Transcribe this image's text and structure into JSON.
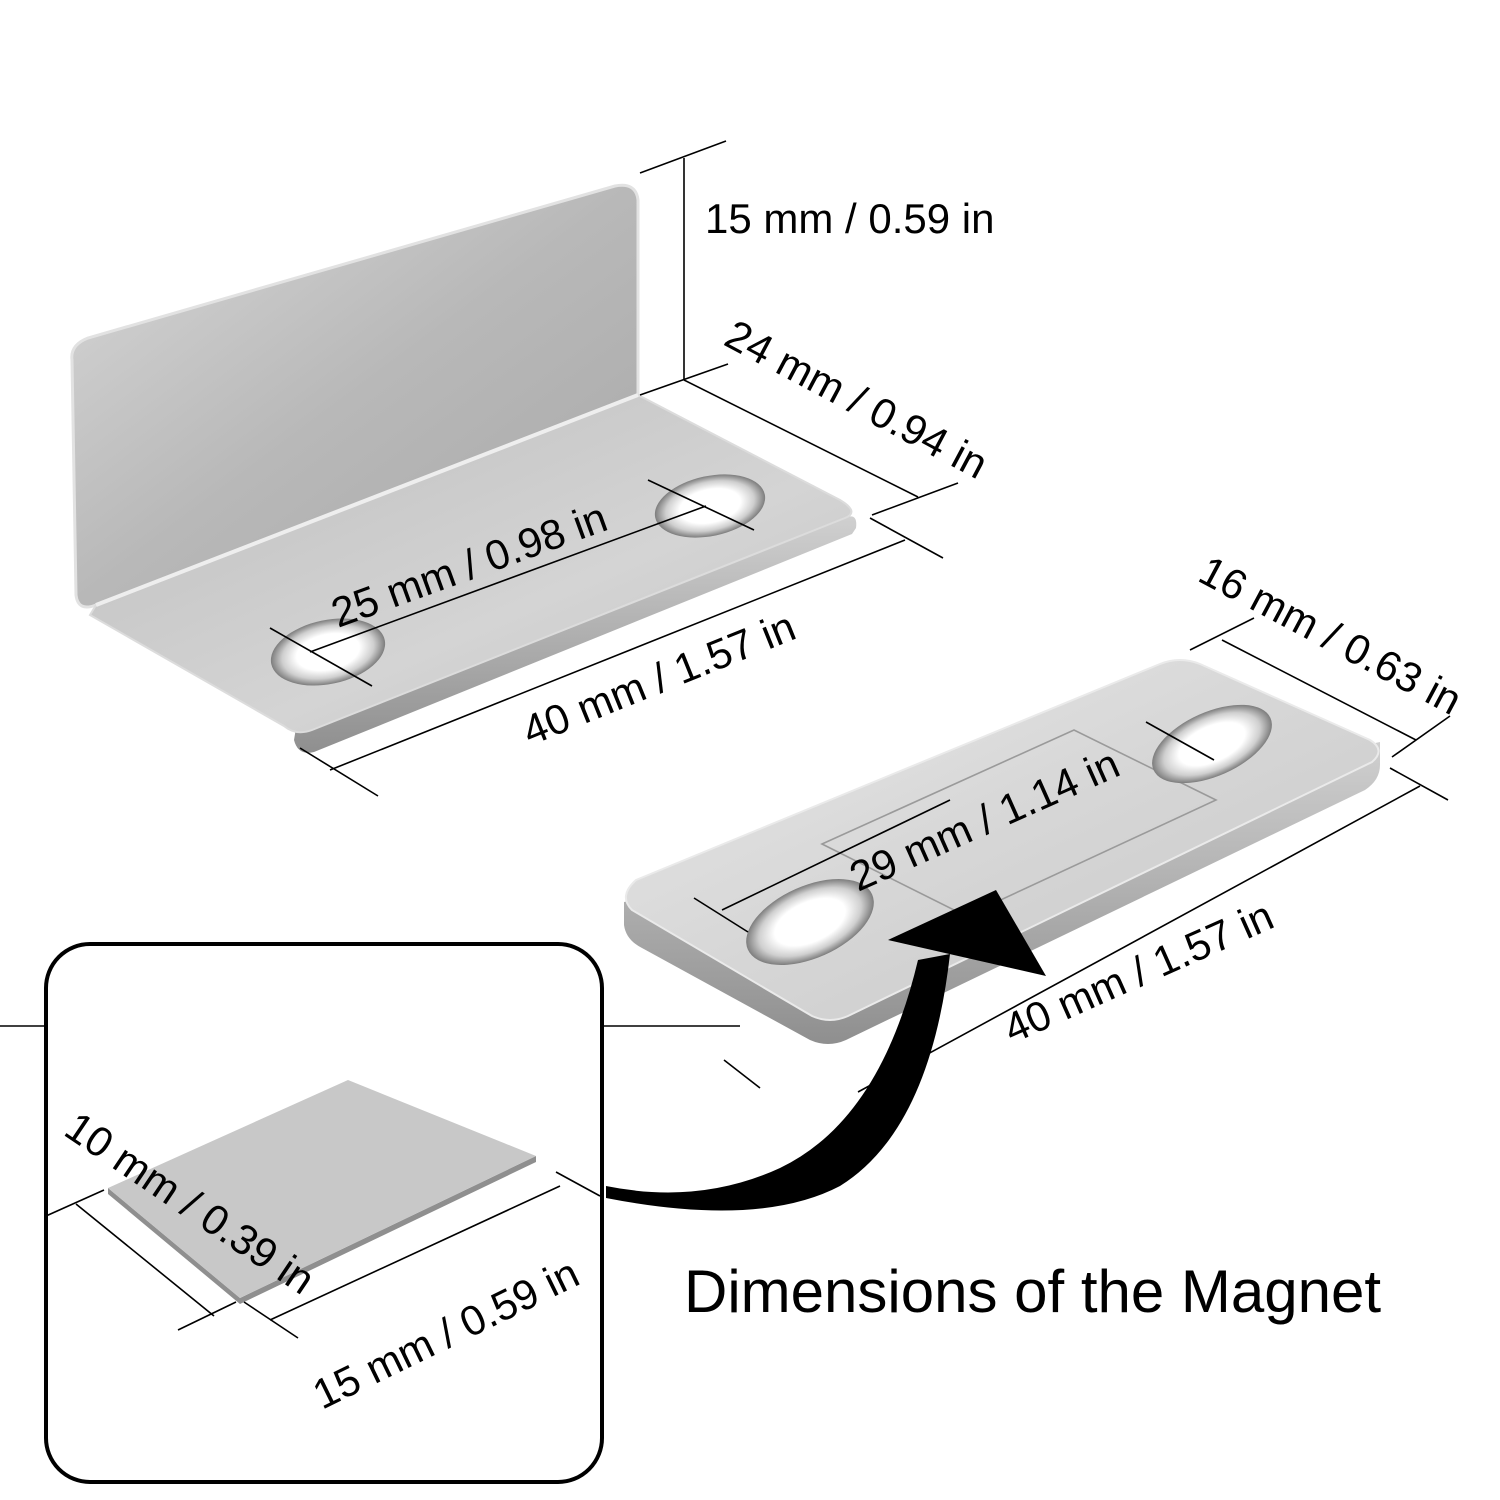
{
  "title": "Dimensions of the Magnet",
  "colors": {
    "background": "#ffffff",
    "metal_light": "#e6e6e6",
    "metal_mid": "#c4c4c4",
    "metal_dark": "#9a9a9a",
    "magnet_face": "#c8c8c8",
    "text": "#000000"
  },
  "bracket": {
    "name": "L-bracket",
    "dimensions": {
      "height": "15 mm / 0.59 in",
      "depth": "24 mm / 0.94 in",
      "hole_spacing": "25 mm / 0.98 in",
      "length": "40 mm / 1.57 in"
    }
  },
  "strike_plate": {
    "name": "flat plate",
    "dimensions": {
      "width": "16 mm / 0.63 in",
      "recess_length": "29 mm / 1.14 in",
      "length": "40 mm / 1.57 in"
    }
  },
  "magnet_inset": {
    "name": "magnet",
    "dimensions": {
      "width": "10 mm / 0.39 in",
      "length": "15 mm / 0.59 in"
    }
  },
  "arrow": {
    "label": "",
    "from": "magnet_inset",
    "to": "strike_plate_recess"
  }
}
